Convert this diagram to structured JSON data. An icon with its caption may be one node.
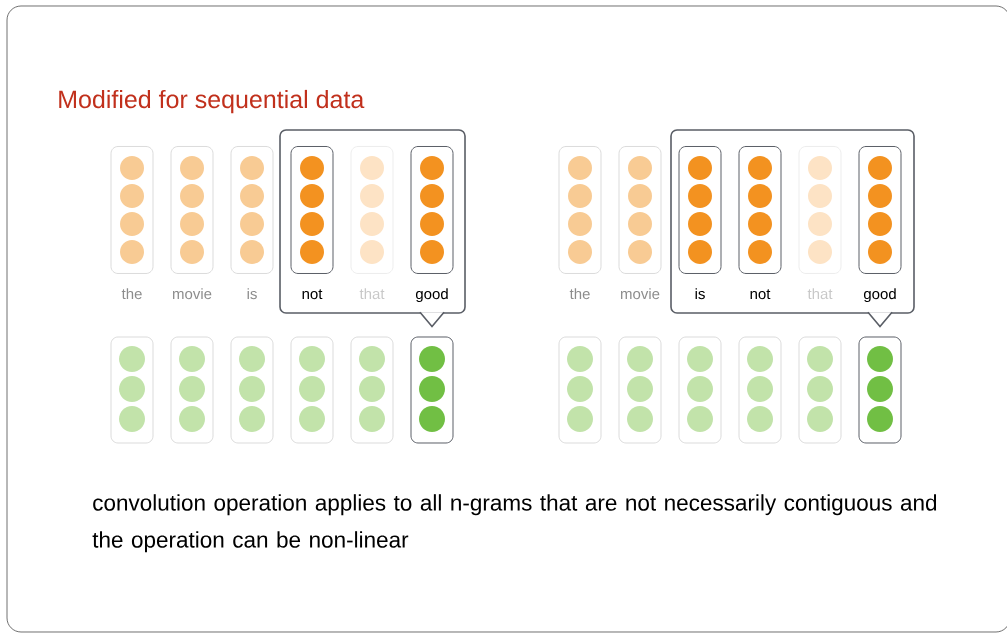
{
  "diagram": {
    "title": "Modified for sequential data",
    "caption": "convolution operation applies to all n-grams that are not necessarily contiguous and the operation can be non-linear",
    "nodes": [
      {
        "text": [],
        "shape": "box"
      },
      {
        "text": [
          "the"
        ]
      },
      {
        "text": [
          "movie"
        ]
      },
      {
        "text": [
          "is"
        ]
      },
      {
        "text": [
          "not"
        ],
        "in": 0
      },
      {
        "text": [
          "that"
        ],
        "in": 0
      },
      {
        "text": [
          "good"
        ],
        "in": 0
      },
      {
        "text": [],
        "shape": "bar"
      },
      {
        "text": [],
        "shape": "bar"
      },
      {
        "text": [],
        "shape": "bar"
      },
      {
        "text": [],
        "shape": "bar"
      },
      {
        "text": [],
        "shape": "bar"
      },
      {
        "text": [],
        "shape": "bar"
      },
      {
        "text": [],
        "shape": "box"
      },
      {
        "text": [
          "the"
        ]
      },
      {
        "text": [
          "movie"
        ]
      },
      {
        "text": [
          "is"
        ],
        "in": 13
      },
      {
        "text": [
          "not"
        ],
        "in": 13
      },
      {
        "text": [
          "that"
        ],
        "in": 13
      },
      {
        "text": [
          "good"
        ],
        "in": 13
      },
      {
        "text": [],
        "shape": "bar"
      },
      {
        "text": [],
        "shape": "bar"
      },
      {
        "text": [],
        "shape": "bar"
      },
      {
        "text": [],
        "shape": "bar"
      },
      {
        "text": [],
        "shape": "bar"
      },
      {
        "text": [],
        "shape": "bar"
      }
    ],
    "edges": [
      {
        "from": 0,
        "to": 12,
        "arrow": "to"
      },
      {
        "from": 13,
        "to": 25,
        "arrow": "to"
      }
    ]
  }
}
